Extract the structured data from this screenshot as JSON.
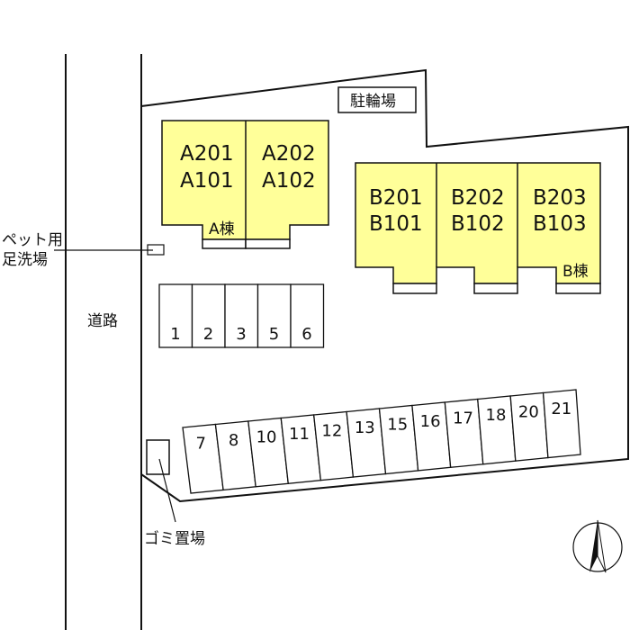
{
  "colors": {
    "building": "#ffff99",
    "line": "#111111",
    "background": "#ffffff"
  },
  "labels": {
    "bicycle_parking": "駐輪場",
    "road": "道路",
    "pet_wash_line1": "ペット用",
    "pet_wash_line2": "足洗場",
    "garbage": "ゴミ置場"
  },
  "building_a": {
    "name": "A棟",
    "units": [
      {
        "upper": "A201",
        "lower": "A101"
      },
      {
        "upper": "A202",
        "lower": "A102"
      }
    ]
  },
  "building_b": {
    "name": "B棟",
    "units": [
      {
        "upper": "B201",
        "lower": "B101"
      },
      {
        "upper": "B202",
        "lower": "B102"
      },
      {
        "upper": "B203",
        "lower": "B103"
      }
    ]
  },
  "parking_row1": [
    "1",
    "2",
    "3",
    "5",
    "6"
  ],
  "parking_row2": [
    "7",
    "8",
    "10",
    "11",
    "12",
    "13",
    "15",
    "16",
    "17",
    "18",
    "20",
    "21"
  ],
  "compass": "north-arrow-icon"
}
